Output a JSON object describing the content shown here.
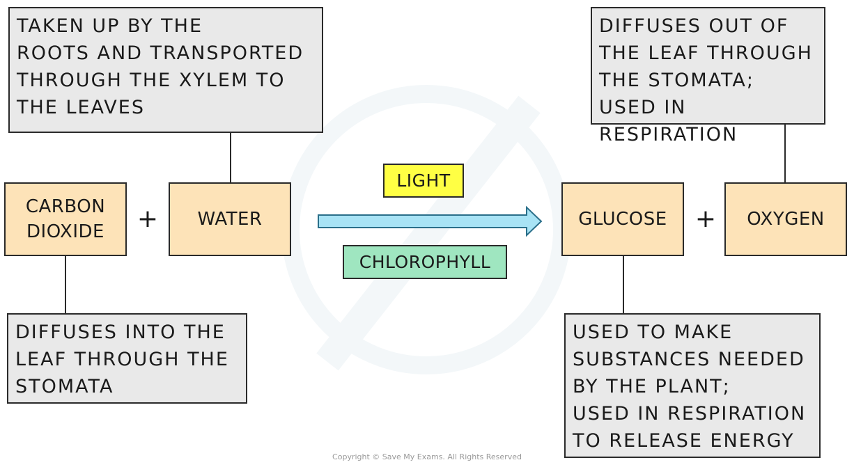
{
  "reactants": {
    "carbon_dioxide": "CARBON\nDIOXIDE",
    "water": "WATER"
  },
  "products": {
    "glucose": "GLUCOSE",
    "oxygen": "OXYGEN"
  },
  "plus_sign": "+",
  "conditions": {
    "light": "LIGHT",
    "chlorophyll": "CHLOROPHYLL"
  },
  "notes": {
    "water": "TAKEN UP BY THE\nROOTS AND TRANSPORTED\nTHROUGH THE XYLEM TO\nTHE LEAVES",
    "carbon_dioxide": "DIFFUSES INTO THE\nLEAF THROUGH THE\nSTOMATA",
    "oxygen": "DIFFUSES OUT OF\nTHE LEAF THROUGH\nTHE STOMATA;\nUSED IN RESPIRATION",
    "glucose": "USED TO MAKE\nSUBSTANCES NEEDED\nBY THE PLANT;\nUSED IN RESPIRATION\nTO RELEASE ENERGY"
  },
  "copyright": "Copyright © Save My Exams. All Rights Reserved",
  "colors": {
    "note_fill": "#e9e9e9",
    "substance_fill": "#fde3b8",
    "light_fill": "#ffff44",
    "chlorophyll_fill": "#9fe6c0",
    "arrow_fill": "#a8e3f5",
    "arrow_stroke": "#2a6f8a"
  }
}
